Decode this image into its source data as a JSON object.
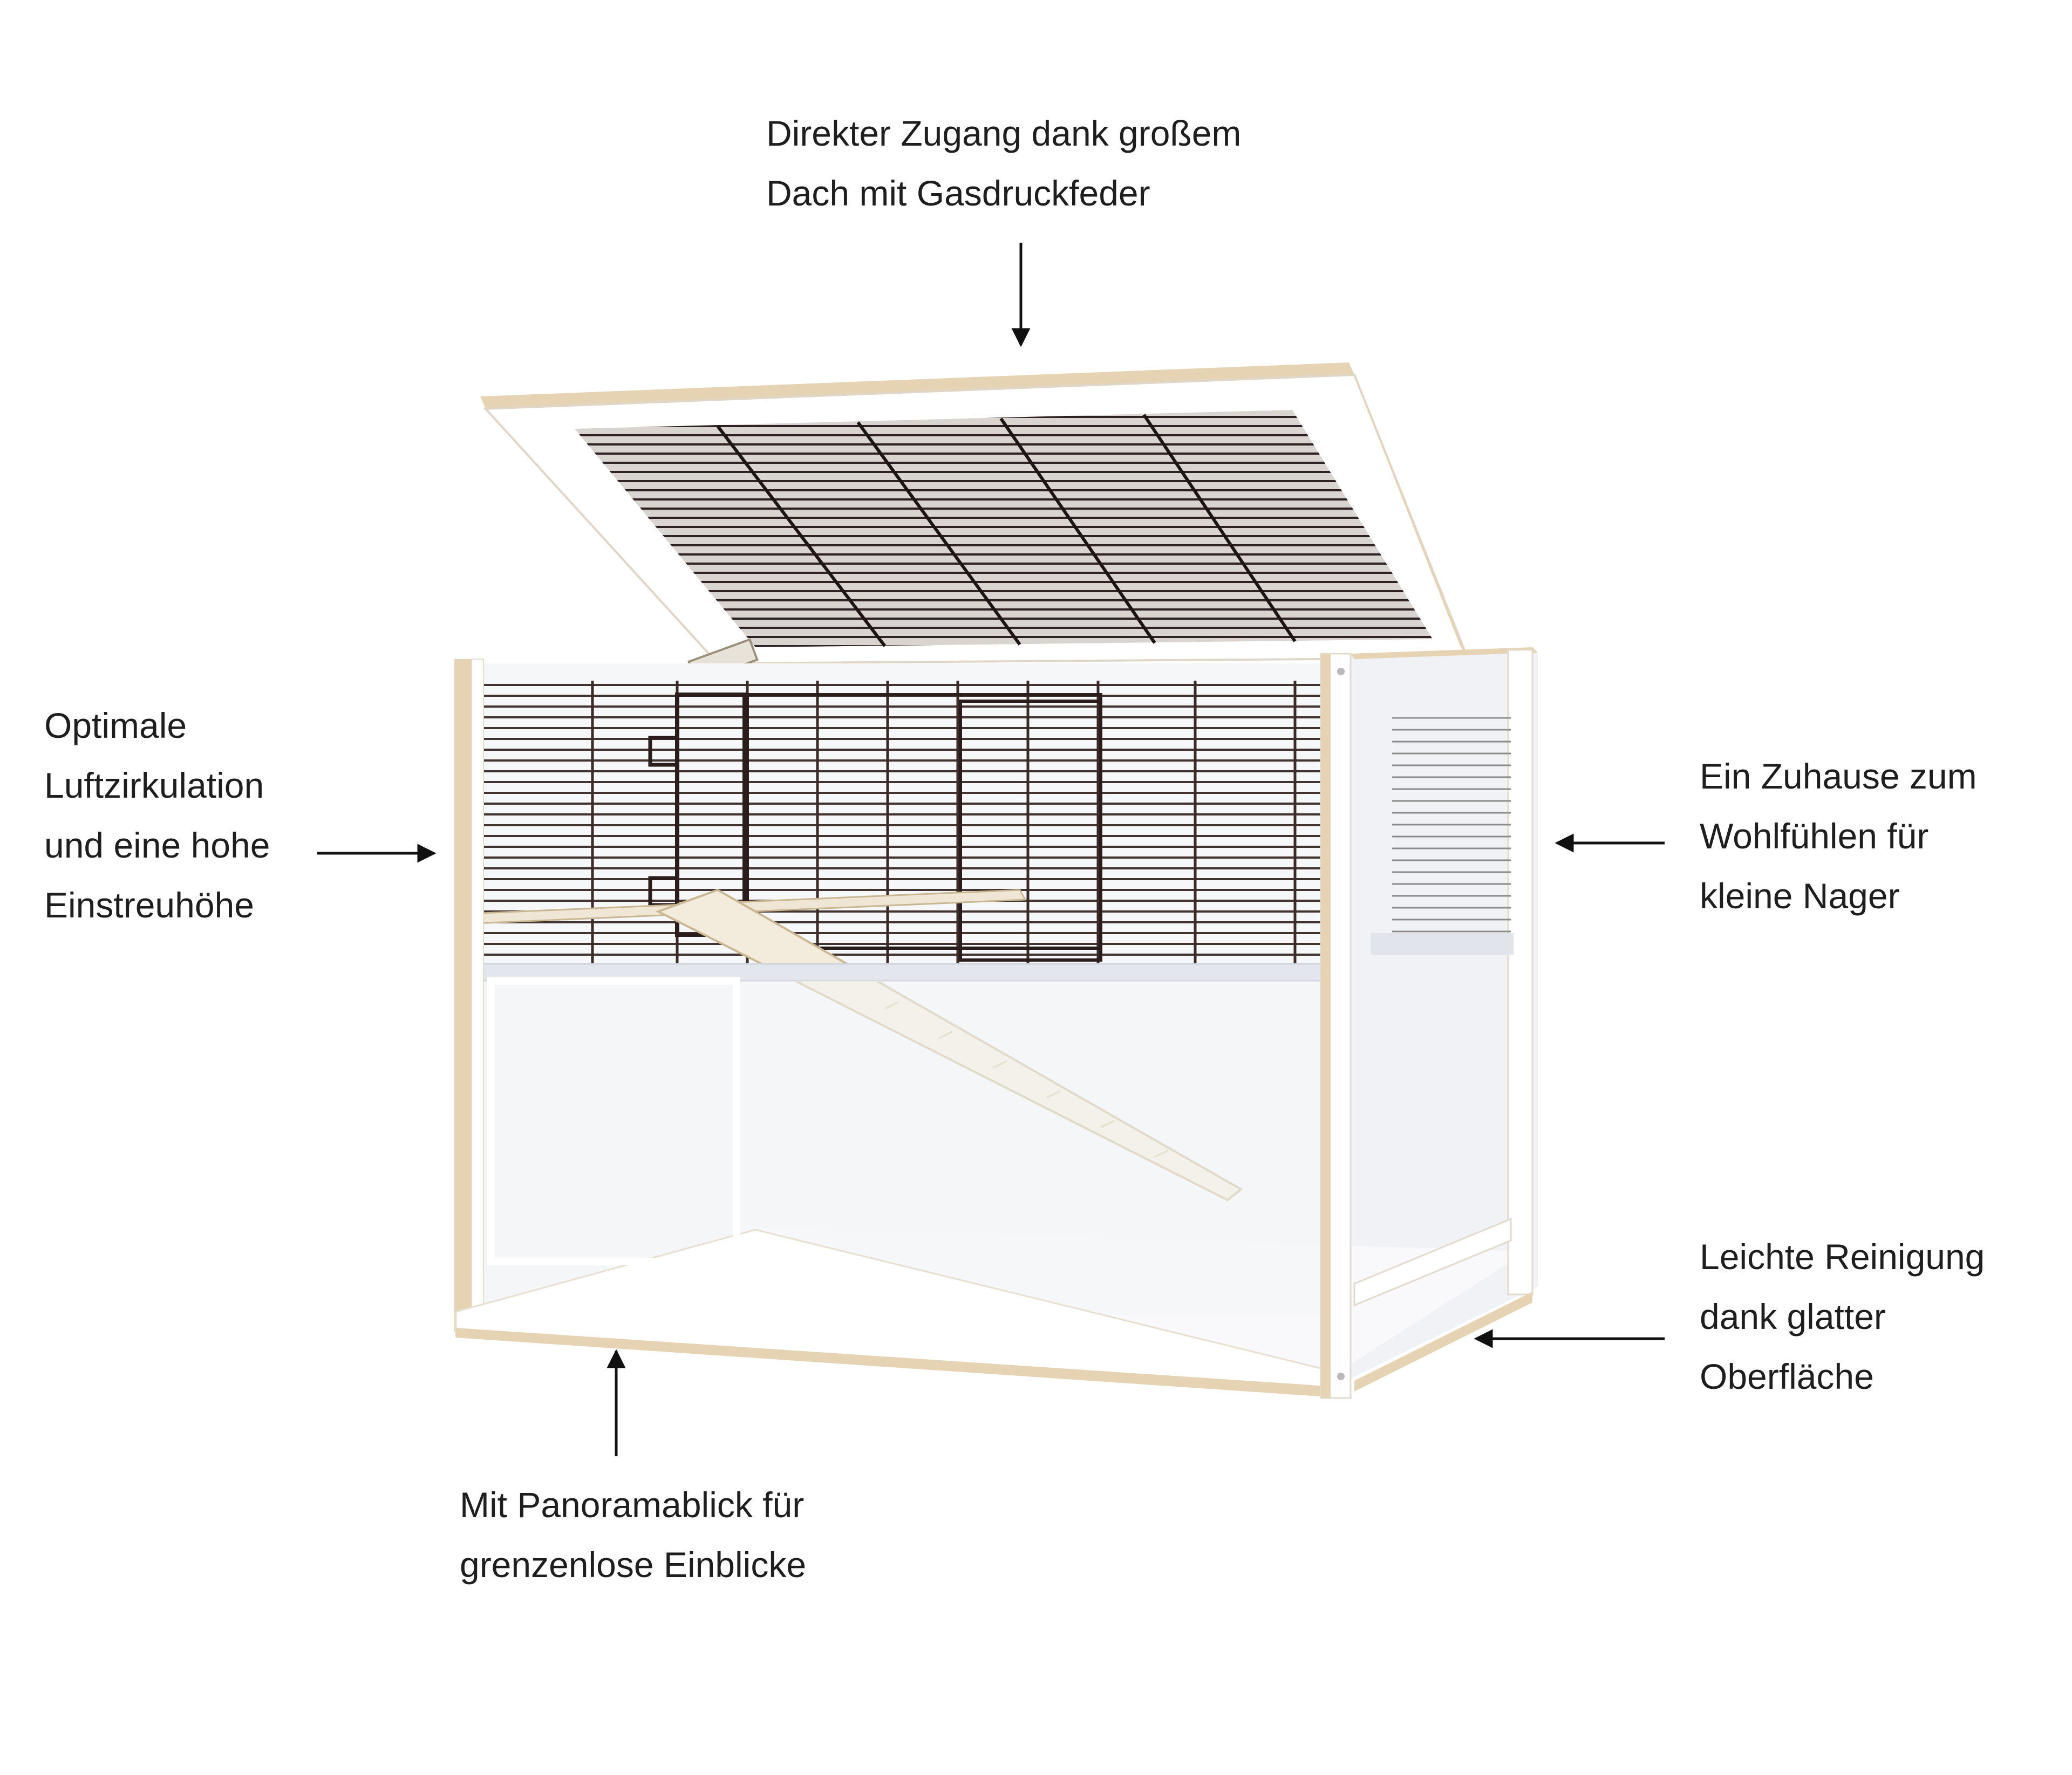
{
  "annotations": {
    "top": {
      "lines": [
        "Direkter Zugang dank großem",
        "Dach mit Gasdruckfeder"
      ]
    },
    "left": {
      "lines": [
        "Optimale",
        "Luftzirkulation",
        "und eine hohe",
        "Einstreuhöhe"
      ]
    },
    "right": {
      "lines": [
        "Ein Zuhause zum",
        "Wohlfühlen für",
        "kleine Nager"
      ]
    },
    "bottom_right": {
      "lines": [
        "Leichte Reinigung",
        "dank glatter",
        "Oberfläche"
      ]
    },
    "bottom": {
      "lines": [
        "Mit Panoramablick für",
        "grenzenlose Einblicke"
      ]
    }
  },
  "colors": {
    "frame_white": "#ffffff",
    "plywood_edge": "#e6d3b4",
    "wire": "#3a2a28",
    "glass": "#f2f3f6",
    "text": "#1e1e1e",
    "arrow": "#111111"
  }
}
